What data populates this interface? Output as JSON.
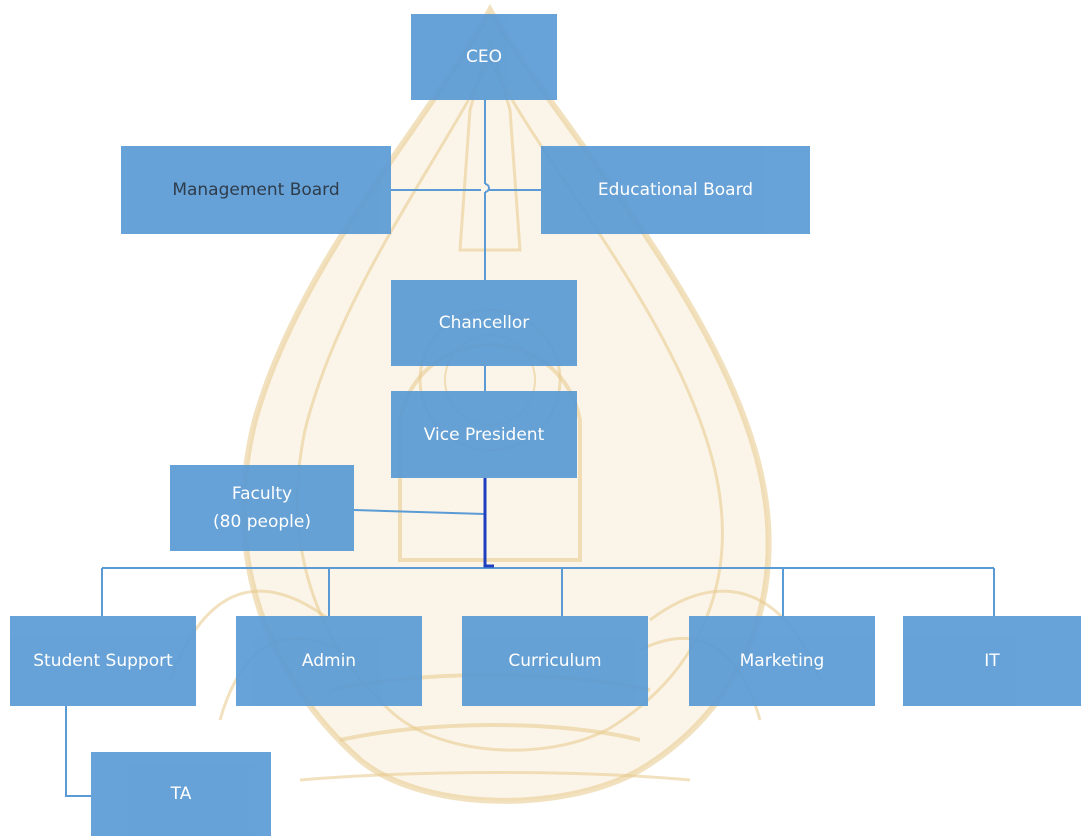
{
  "colors": {
    "box_fill": "#5b9bd5",
    "connector": "#5b9bd5",
    "connector_dark": "#1f3fbf",
    "watermark": "#e8c98a"
  },
  "nodes": {
    "ceo": {
      "label": "CEO"
    },
    "management_board": {
      "label": "Management Board"
    },
    "educational_board": {
      "label": "Educational Board"
    },
    "chancellor": {
      "label": "Chancellor"
    },
    "vice_president": {
      "label": "Vice President"
    },
    "faculty": {
      "line1": "Faculty",
      "line2": "(80 people)"
    },
    "student_support": {
      "label": "Student Support"
    },
    "admin": {
      "label": "Admin"
    },
    "curriculum": {
      "label": "Curriculum"
    },
    "marketing": {
      "label": "Marketing"
    },
    "it": {
      "label": "IT"
    },
    "ta": {
      "label": "TA"
    }
  },
  "watermark": {
    "icon": "university-seal-icon"
  }
}
